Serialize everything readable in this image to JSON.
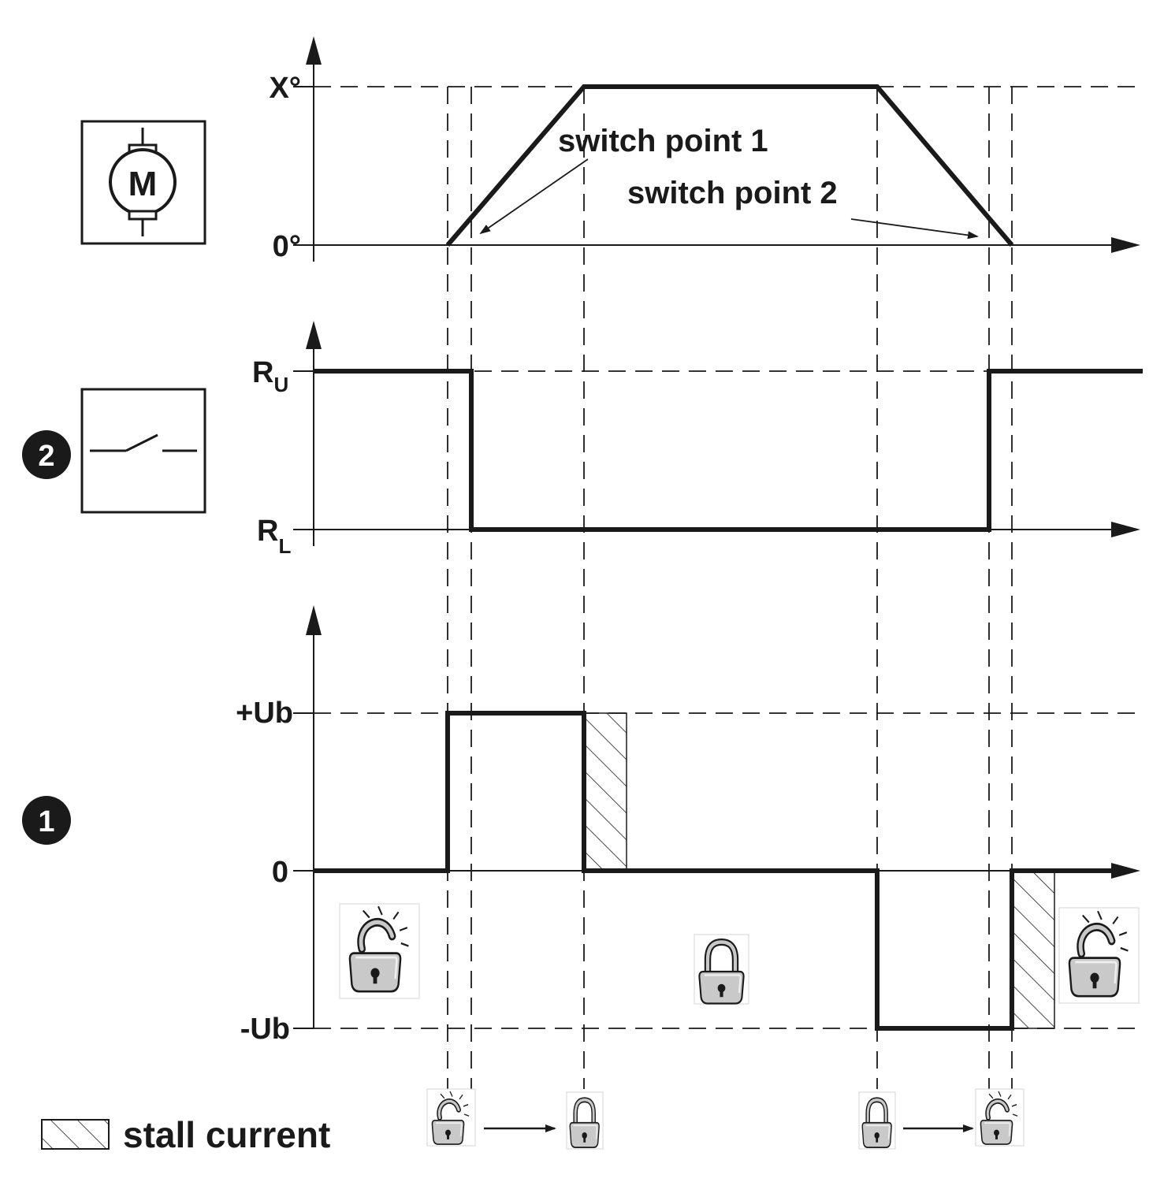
{
  "motor_symbol": {
    "letter": "M"
  },
  "markers": {
    "switch": "2",
    "voltage": "1"
  },
  "axes": {
    "position": {
      "top": "X°",
      "bottom": "0°"
    },
    "resistance": {
      "top": "R",
      "top_sub": "U",
      "bottom": "R",
      "bottom_sub": "L"
    },
    "voltage": {
      "top": "+Ub",
      "middle": "0",
      "bottom": "-Ub"
    }
  },
  "annotations": {
    "switch_point_1": "switch point 1",
    "switch_point_2": "switch point 2"
  },
  "legend": {
    "label": "stall current"
  },
  "icons": {
    "panel": [
      "unlocked-padlock-icon",
      "locked-padlock-icon",
      "unlocked-padlock-icon"
    ],
    "bottom": [
      "unlocked-padlock-icon",
      "locked-padlock-icon",
      "locked-padlock-icon",
      "unlocked-padlock-icon"
    ]
  }
}
